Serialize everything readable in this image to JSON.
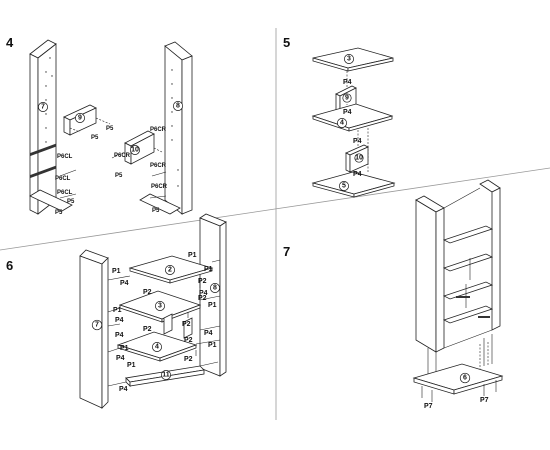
{
  "steps": [
    {
      "number": "4",
      "part_markers": [
        "7",
        "8",
        "9",
        "10"
      ],
      "labels": [
        "P6CL",
        "P6CL",
        "P6CL",
        "P6CR",
        "P6CR",
        "P6CR",
        "P6CR",
        "P5",
        "P5",
        "P5",
        "P5",
        "P5",
        "P5"
      ]
    },
    {
      "number": "5",
      "part_markers": [
        "3",
        "9",
        "4",
        "10",
        "5"
      ],
      "labels": [
        "P4",
        "P4",
        "P4",
        "P4"
      ]
    },
    {
      "number": "6",
      "part_markers": [
        "7",
        "2",
        "8",
        "3",
        "4",
        "11"
      ],
      "labels": [
        "P1",
        "P1",
        "P1",
        "P1",
        "P1",
        "P1",
        "P1",
        "P1",
        "P2",
        "P2",
        "P2",
        "P2",
        "P2",
        "P2",
        "P2",
        "P4",
        "P4",
        "P4",
        "P4",
        "P4",
        "P4",
        "P4"
      ]
    },
    {
      "number": "7",
      "part_markers": [
        "6"
      ],
      "labels": [
        "P7",
        "P7"
      ]
    }
  ]
}
